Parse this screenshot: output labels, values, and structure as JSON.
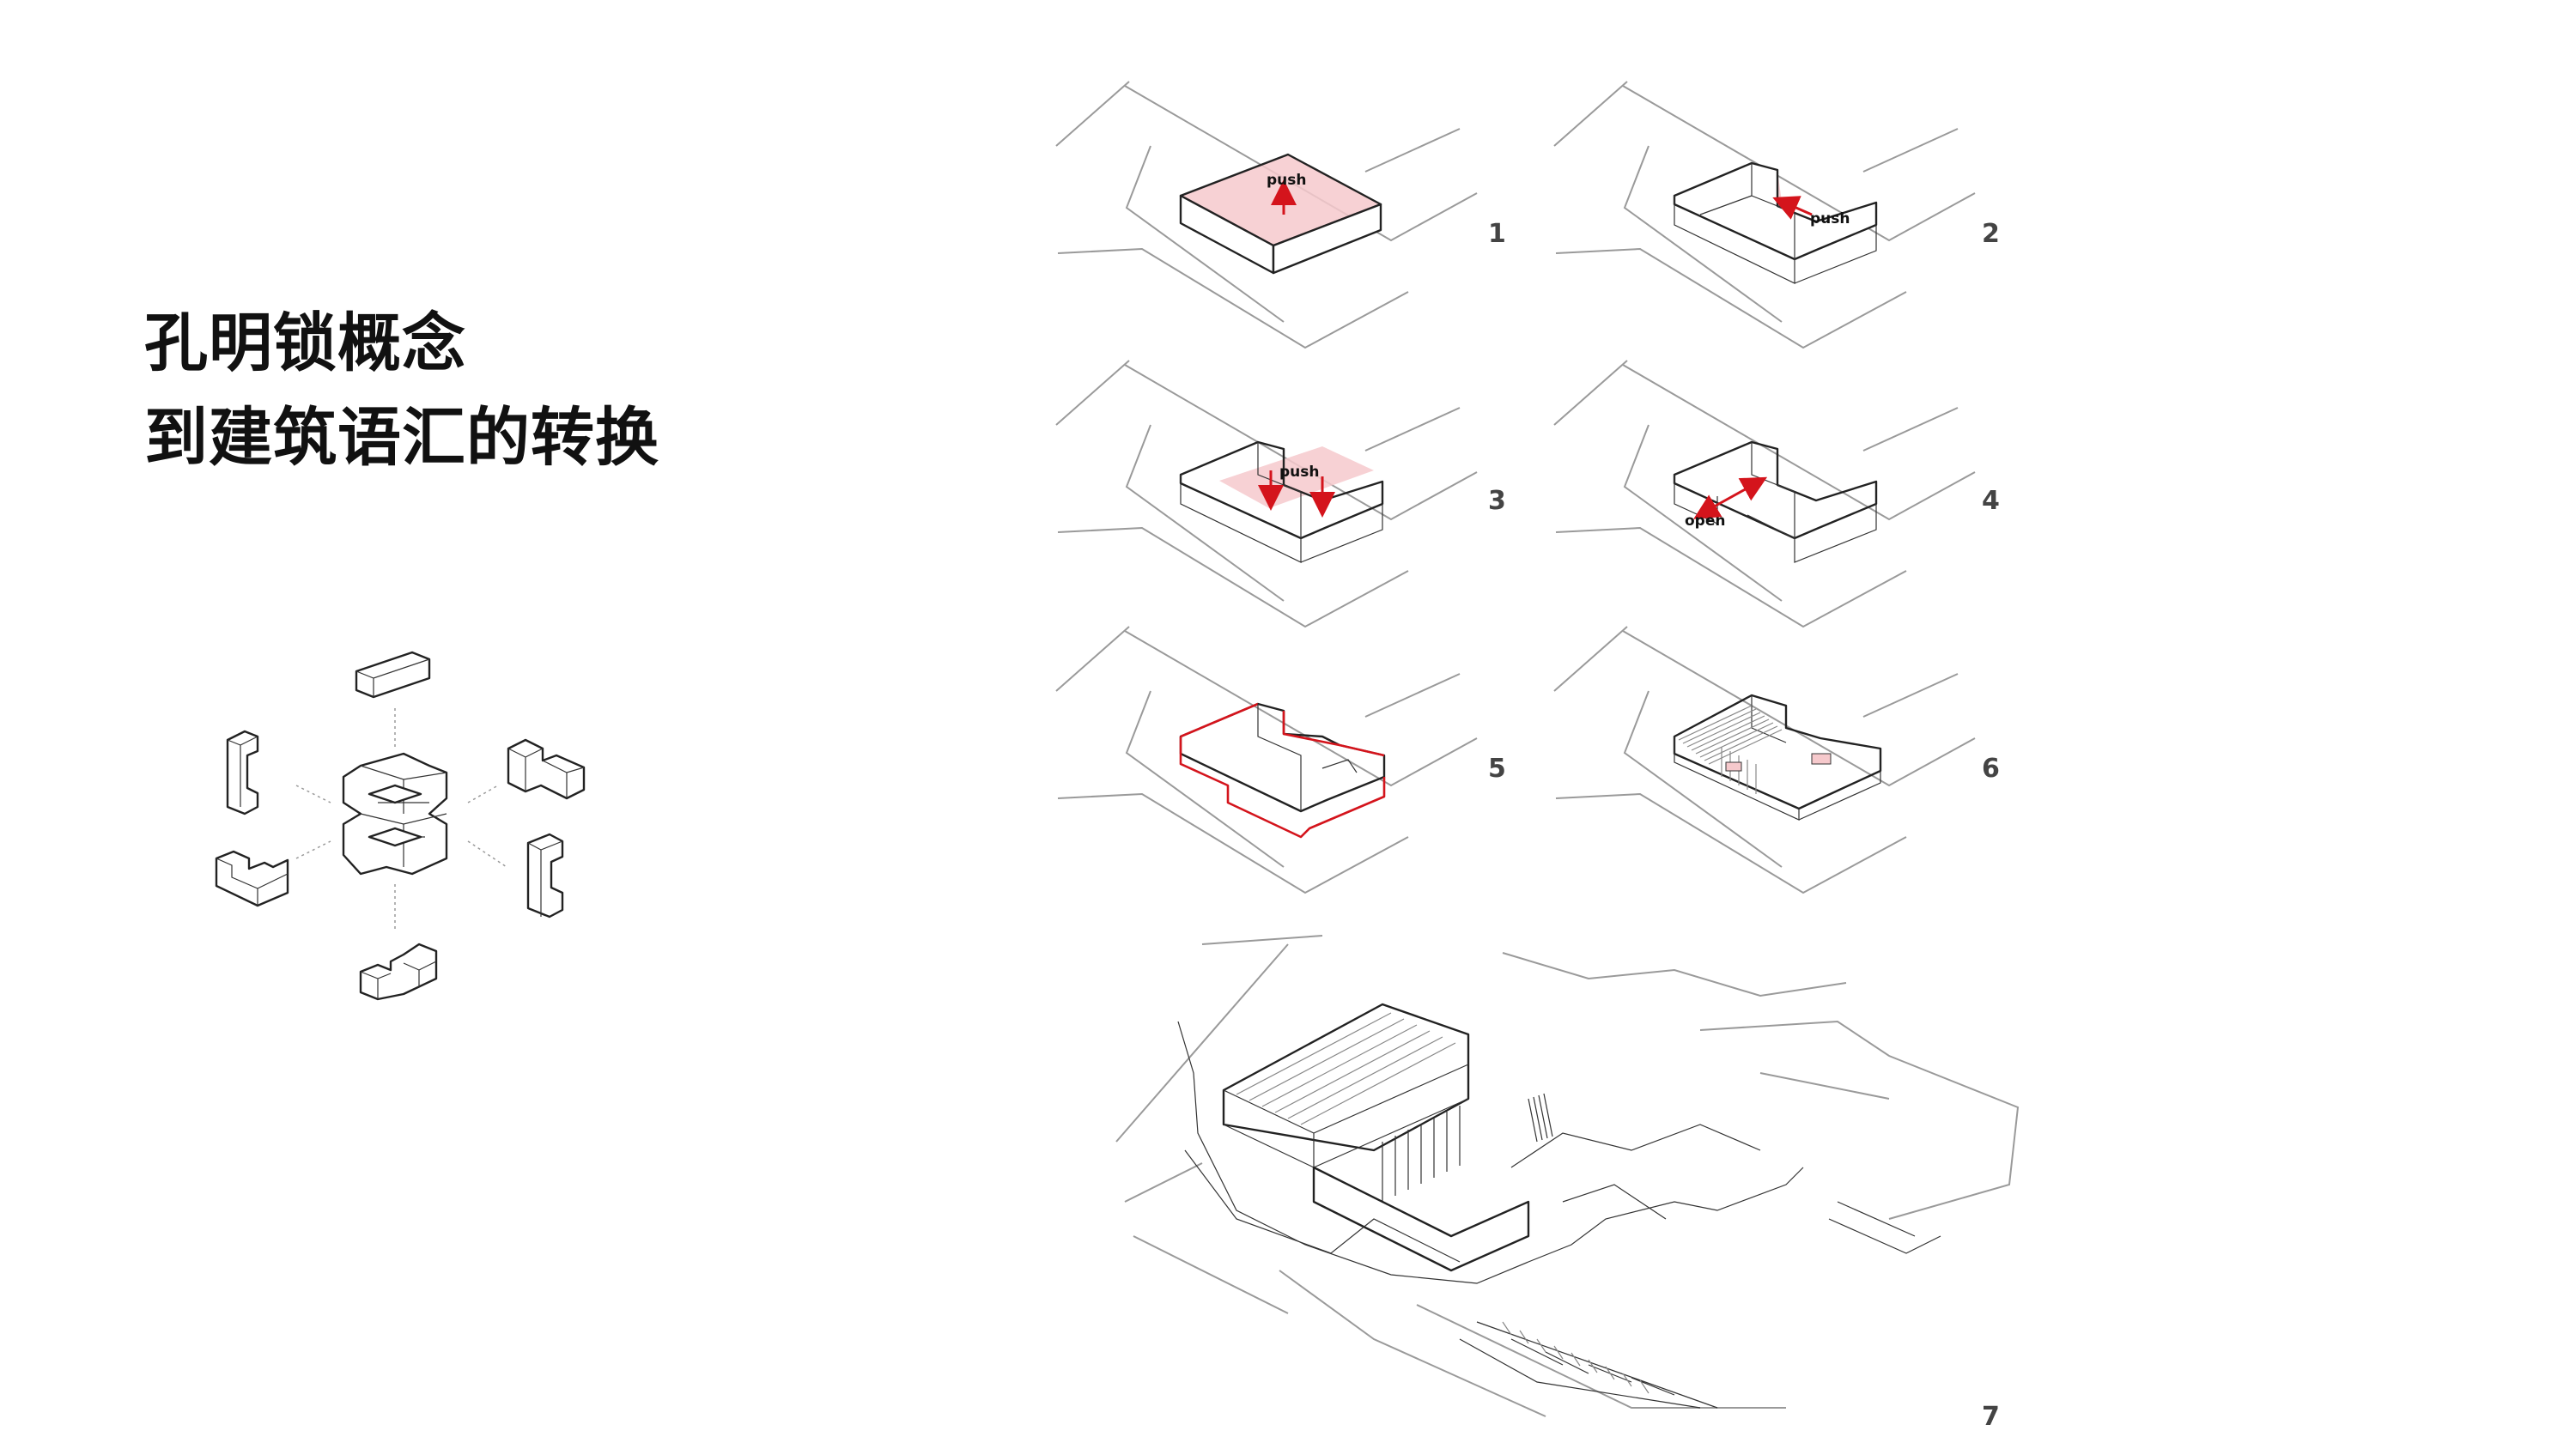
{
  "title": {
    "line1": "孔明锁概念",
    "line2": "到建筑语汇的转换"
  },
  "steps": [
    {
      "number": "1",
      "label": "push"
    },
    {
      "number": "2",
      "label": "push"
    },
    {
      "number": "3",
      "label": "push"
    },
    {
      "number": "4",
      "label": "open"
    },
    {
      "number": "5",
      "label": ""
    },
    {
      "number": "6",
      "label": ""
    },
    {
      "number": "7",
      "label": ""
    }
  ],
  "colors": {
    "accent": "#d4141c",
    "highlight": "#f6c9cc",
    "text": "#111111"
  }
}
